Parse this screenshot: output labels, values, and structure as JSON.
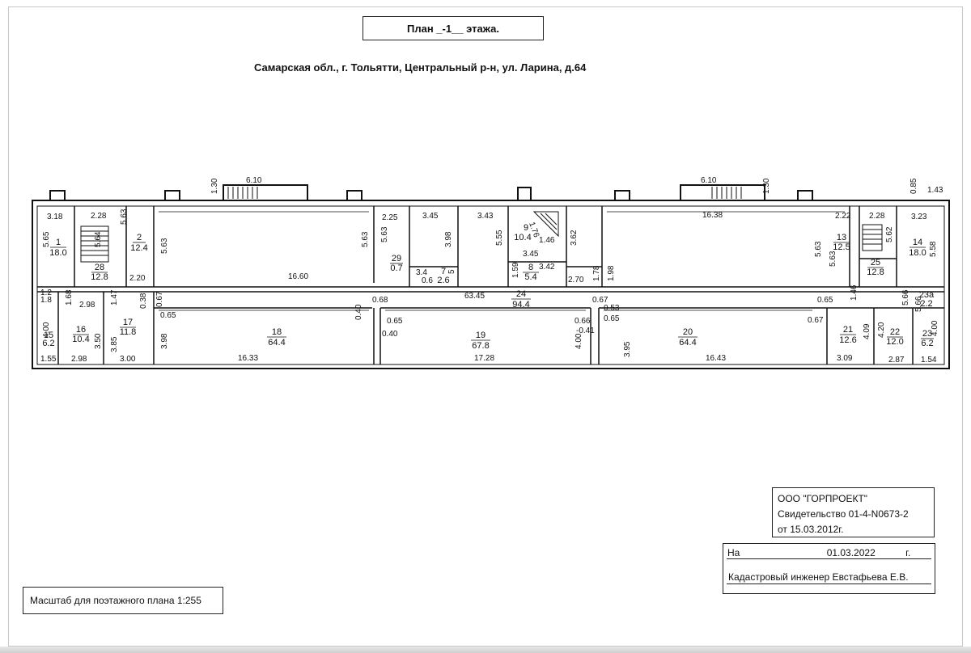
{
  "header": {
    "title": "План _-1__ этажа.",
    "address": "Самарская обл., г. Тольятти, Центральный р-н, ул. Ларина, д.64"
  },
  "dimensions": {
    "stair_left_width": "6.10",
    "stair_left_depth": "1.30",
    "stair_right_width": "6.10",
    "stair_right_depth": "1.30",
    "right_edge_a": "0.85",
    "right_edge_b": "1.43",
    "d_318": "3.18",
    "d_565": "5.65",
    "d_228a": "2.28",
    "d_563a": "5.63",
    "d_564": "5.64",
    "d_220": "2.20",
    "d_563b": "5.63",
    "d_1660": "16.60",
    "d_563c": "5.63",
    "d_225": "2.25",
    "d_563d": "5.63",
    "d_345a": "3.45",
    "d_398a": "3.98",
    "d_343": "3.43",
    "d_555": "5.55",
    "d_176": "1.76",
    "d_146a": "1.46",
    "d_345b": "3.45",
    "d_342": "3.42",
    "d_159": "1.59",
    "d_362": "3.62",
    "d_1638": "16.38",
    "d_563e": "5.63",
    "d_198": "1.98",
    "d_270": "2.70",
    "d_178": "1.78",
    "d_222": "2.22",
    "d_563f": "5.63",
    "d_228b": "2.28",
    "d_562": "5.62",
    "d_323": "3.23",
    "d_558": "5.58",
    "d_34": "3.4",
    "d_07b": "0.7",
    "d_6345": "63.45",
    "d_168": "1.68",
    "d_147": "1.47",
    "d_298a": "2.98",
    "d_038": "0.38",
    "d_067a": "0.67",
    "d_065a": "0.65",
    "d_040a": "0.40",
    "d_068": "0.68",
    "d_065b": "0.65",
    "d_040b": "0.40",
    "d_066": "0.66",
    "d_041": "-0.41",
    "d_067b": "0.67",
    "d_053": "0.53",
    "d_065c": "0.65",
    "d_065d": "0.65",
    "d_067c": "0.67",
    "d_146b": "1.46",
    "d_566": "5.66",
    "d_566b": "5.66",
    "d_400a": "4.00",
    "d_350": "3.50",
    "d_385": "3.85",
    "d_398b": "3.98",
    "d_400b": "4.00",
    "d_395": "3.95",
    "d_409": "4.09",
    "d_420": "4.20",
    "d_400c": "4.00",
    "d_155": "1.55",
    "d_298b": "2.98",
    "d_300": "3.00",
    "d_1633": "16.33",
    "d_1728": "17.28",
    "d_1643": "16.43",
    "d_309": "3.09",
    "d_287": "2.87",
    "d_154": "1.54"
  },
  "rooms": [
    {
      "num": "1",
      "area": "18.0"
    },
    {
      "num": "2",
      "area": "12.4"
    },
    {
      "num": "28",
      "area": "12.8"
    },
    {
      "num": "29",
      "area": "0.7"
    },
    {
      "num": "7",
      "area": "2.6"
    },
    {
      "num": "9",
      "area": "10.4"
    },
    {
      "num": "8",
      "area": "5.4"
    },
    {
      "num": "13",
      "area": "12.5"
    },
    {
      "num": "25",
      "area": "12.8"
    },
    {
      "num": "14",
      "area": "18.0"
    },
    {
      "num": "24",
      "area": "94.4"
    },
    {
      "num": "15",
      "area": "6.2"
    },
    {
      "num": "16",
      "area": "10.4"
    },
    {
      "num": "17",
      "area": "11.8"
    },
    {
      "num": "18",
      "area": "64.4"
    },
    {
      "num": "19",
      "area": "67.8"
    },
    {
      "num": "20",
      "area": "64.4"
    },
    {
      "num": "21",
      "area": "12.6"
    },
    {
      "num": "22",
      "area": "12.0"
    },
    {
      "num": "23",
      "area": "6.2"
    },
    {
      "num": "23a",
      "area": "2.2"
    }
  ],
  "small_marks": {
    "d_12": "1.2",
    "d_06": "0.6",
    "d_18": "1.8",
    "d_5": "5"
  },
  "company": {
    "name": "ООО \"ГОРПРОЕКТ\"",
    "certificate": "Свидетельство 01-4-N0673-2",
    "cert_date": "от 15.03.2012г."
  },
  "signoff": {
    "on_label": "На",
    "date": "01.03.2022",
    "year_suffix": "г.",
    "engineer": "Кадастровый инженер Евстафьева Е.В."
  },
  "scale": {
    "text": "Масштаб для поэтажного плана 1:255"
  }
}
